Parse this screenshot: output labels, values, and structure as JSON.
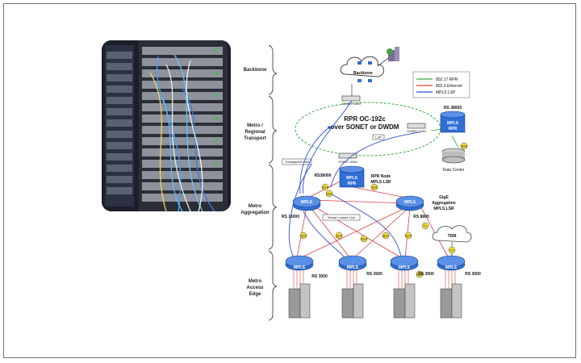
{
  "tiers": {
    "backbone": "Backbone",
    "metro_regional_1": "Metro /",
    "metro_regional_2": "Regional",
    "metro_regional_3": "Transport",
    "metro_aggregation_1": "Metro",
    "metro_aggregation_2": "Aggregation",
    "metro_access_1": "Metro",
    "metro_access_2": "Access",
    "metro_access_3": "Edge"
  },
  "legend": {
    "items": [
      "802.17 RPR",
      "802.3 Ethernet",
      "MPLS LSP"
    ],
    "colors": [
      "#3aa83a",
      "#d94040",
      "#2f4fd1"
    ]
  },
  "labels": {
    "backbone": "Backbone",
    "sonet_adm": "SONET ADM",
    "ring_line1": "RPR OC-192c",
    "ring_line2": "over SONET or DWDM",
    "lsp": "LSP",
    "transparent_lan": "Transparent LAN",
    "rs38000_right": "RS 38000",
    "data_center": "Data Center",
    "rs38000_center": "RS38000",
    "rpr_node_1": "RPR Node",
    "rpr_node_2": "MPLS LSR",
    "gige_1": "GigE",
    "gige_2": "Aggregation",
    "gige_3": "MPLS LSR",
    "rs16000": "RS 16000",
    "rs8600": "RS 8600",
    "vll": "Virtual Leased Line",
    "tdm": "TDM",
    "rs3000": "RS 3000",
    "mpls": "MPLS",
    "rpr": "RPR",
    "qos": "QoS",
    "t1": "T1"
  },
  "colors": {
    "router_blue": "#2f6fd6",
    "rpr_green": "#3aa83a",
    "ethernet_red": "#d94040",
    "lsp_blue": "#2f4fd1",
    "qos_yellow": "#f2dc3a"
  }
}
